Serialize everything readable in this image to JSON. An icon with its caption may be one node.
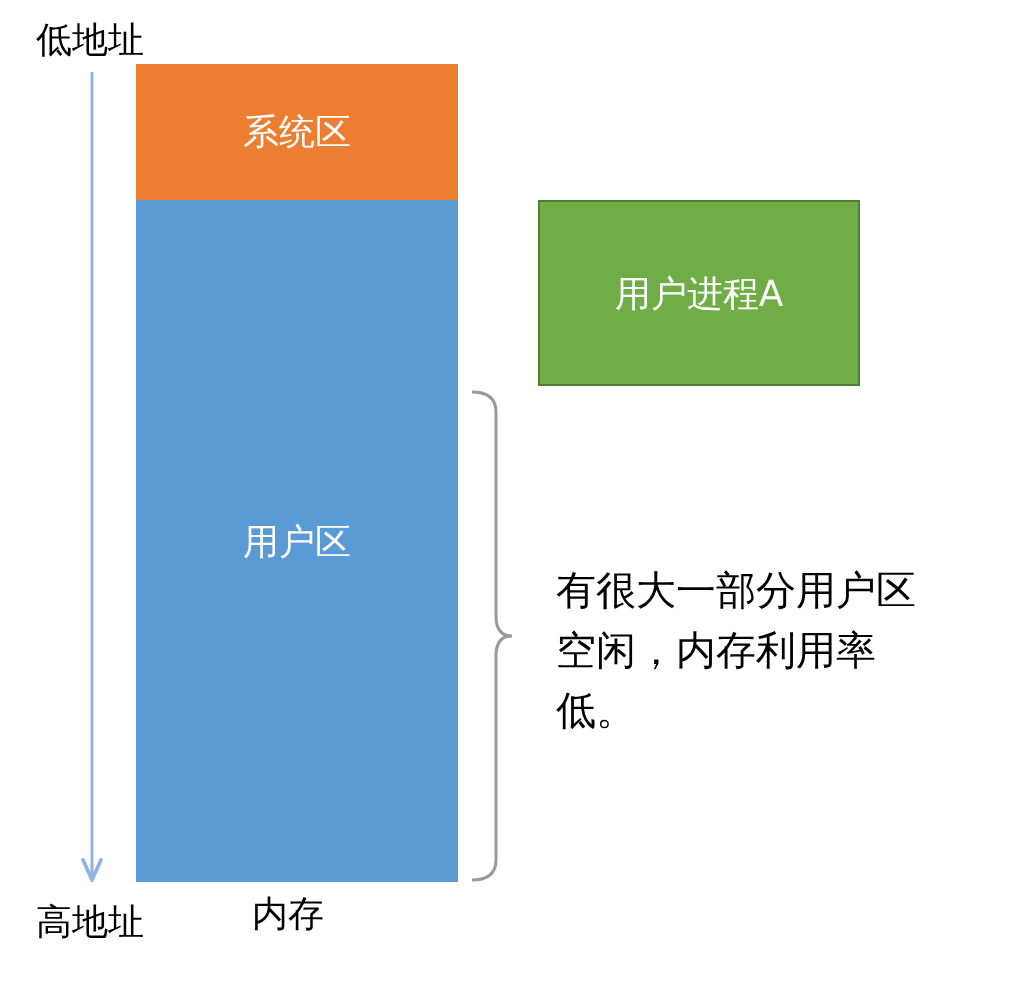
{
  "diagram": {
    "nodes": [
      {
        "text": [
          "内存"
        ]
      },
      {
        "text": [
          "系统区"
        ],
        "in": 0
      },
      {
        "text": [
          "用户区"
        ],
        "in": 0
      },
      {
        "text": [
          "用户进程A"
        ]
      }
    ],
    "labels": [
      "低地址",
      "高地址",
      "有很大一部分用户区空闲，内存利用率低。"
    ]
  }
}
